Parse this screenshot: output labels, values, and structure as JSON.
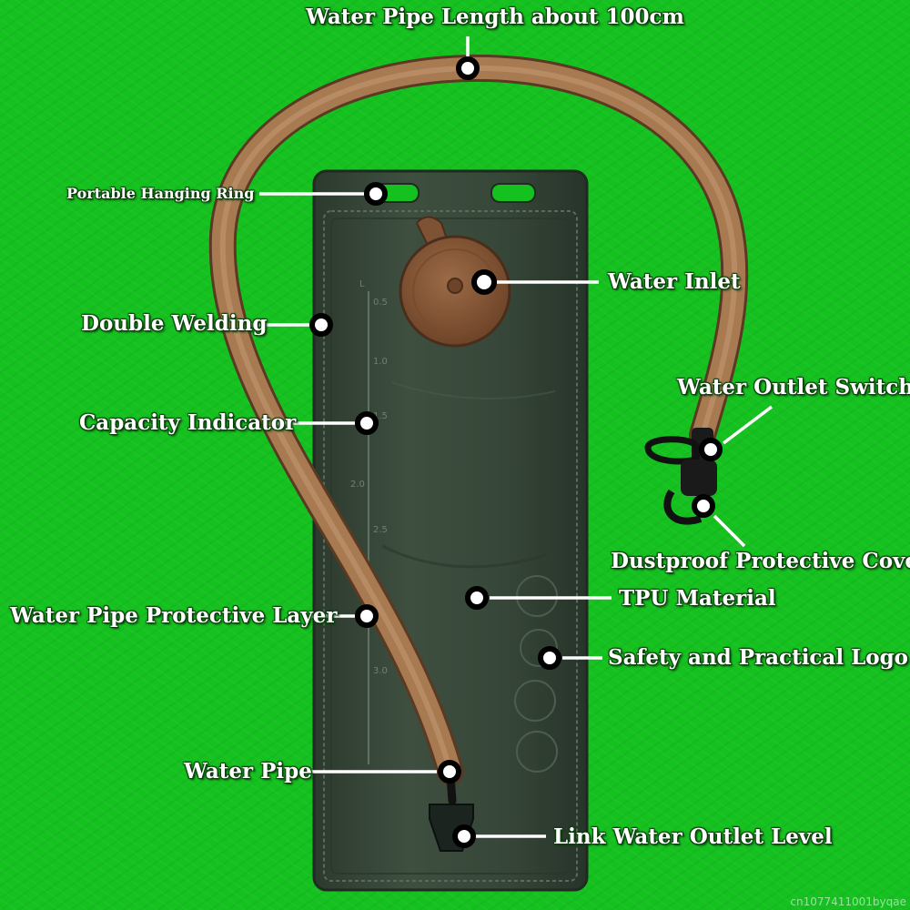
{
  "labels": {
    "pipe_length": "Water Pipe Length about 100cm",
    "hanging_ring": "Portable Hanging Ring",
    "water_inlet": "Water Inlet",
    "double_welding": "Double Welding",
    "outlet_switch": "Water Outlet Switch",
    "capacity_indicator": "Capacity Indicator",
    "dustproof_cover": "Dustproof Protective Cover",
    "tpu_material": "TPU Material",
    "pipe_protective_layer": "Water Pipe Protective Layer",
    "safety_logo": "Safety and Practical Logo",
    "water_pipe": "Water Pipe",
    "outlet_level": "Link Water Outlet Level"
  },
  "scale_marks": [
    "L",
    "0.5",
    "1.0",
    "1.5",
    "2.0",
    "2.5",
    "3.0"
  ],
  "watermark": "cn1077411001byqae",
  "colors": {
    "background": "#14c11f",
    "bladder": "#39493b",
    "tube": "#a87a52",
    "cap": "#8a5a3a"
  }
}
